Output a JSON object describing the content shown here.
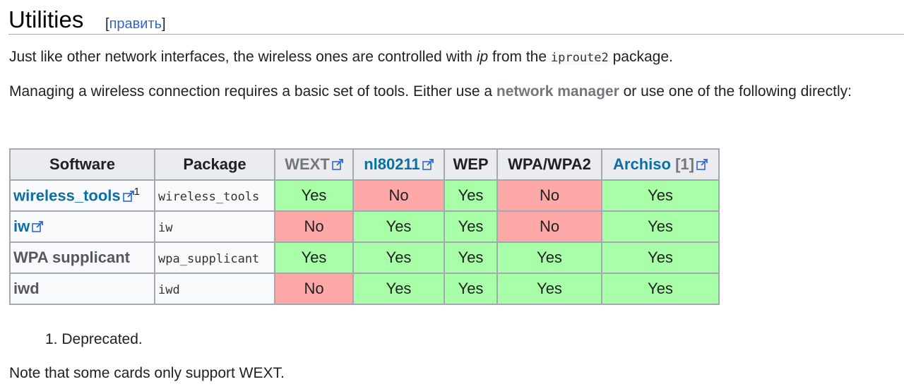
{
  "section": {
    "title": "Utilities",
    "edit_open": "[",
    "edit_label": "править",
    "edit_close": "]"
  },
  "para1": {
    "t1": "Just like other network interfaces, the wireless ones are controlled with ",
    "t2": "ip",
    "t3": " from the ",
    "t4": "iproute2",
    "t5": " package."
  },
  "para2": {
    "t1": "Managing a wireless connection requires a basic set of tools. Either use a ",
    "t2": "network manager",
    "t3": " or use one of the following directly:"
  },
  "table": {
    "headers": {
      "software": "Software",
      "package": "Package",
      "wext": "WEXT",
      "nl80211": "nl80211",
      "wep": "WEP",
      "wpa": "WPA/WPA2",
      "archiso": "Archiso",
      "archiso_ref": " [1]"
    },
    "rows": [
      {
        "software": "wireless_tools",
        "sup": "1",
        "package": "wireless_tools",
        "wext": "Yes",
        "nl80211": "No",
        "wep": "Yes",
        "wpa": "No",
        "archiso": "Yes"
      },
      {
        "software": "iw",
        "package": "iw",
        "wext": "No",
        "nl80211": "Yes",
        "wep": "Yes",
        "wpa": "No",
        "archiso": "Yes"
      },
      {
        "software": "WPA supplicant",
        "package": "wpa_supplicant",
        "wext": "Yes",
        "nl80211": "Yes",
        "wep": "Yes",
        "wpa": "Yes",
        "archiso": "Yes"
      },
      {
        "software": "iwd",
        "package": "iwd",
        "wext": "No",
        "nl80211": "Yes",
        "wep": "Yes",
        "wpa": "Yes",
        "archiso": "Yes"
      }
    ]
  },
  "footnote": {
    "number": "1.",
    "text": " Deprecated."
  },
  "note": "Note that some cards only support WEXT.",
  "colors": {
    "yes": "#a8ffa8",
    "no": "#ffa8a8",
    "link": "#0b6fa3",
    "header_bg": "#eaecf0"
  },
  "icons": {
    "external_link": "external-link-icon"
  }
}
